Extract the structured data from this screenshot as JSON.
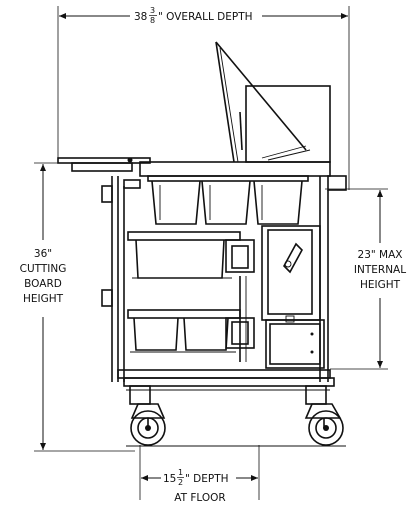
{
  "dimensions": {
    "overall_depth": {
      "whole": "38",
      "num": "3",
      "den": "8",
      "suffix": "\" OVERALL DEPTH"
    },
    "cutting_board_height": {
      "line1": "36\"",
      "line2": "CUTTING",
      "line3": "BOARD",
      "line4": "HEIGHT"
    },
    "internal_height": {
      "line1": "23\" MAX",
      "line2": "INTERNAL",
      "line3": "HEIGHT"
    },
    "depth_at_floor": {
      "whole": "15",
      "num": "1",
      "den": "2",
      "suffix": "\" DEPTH",
      "line2": "AT FLOOR"
    }
  }
}
